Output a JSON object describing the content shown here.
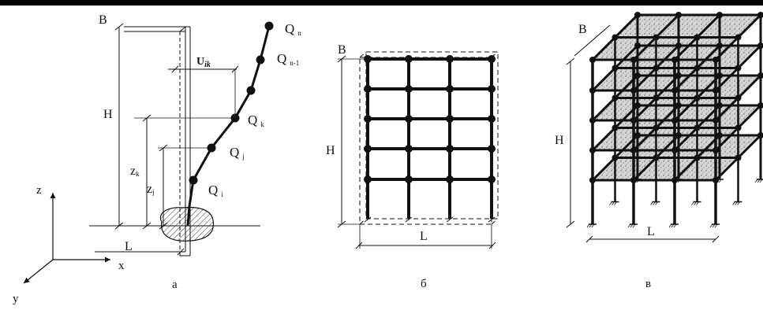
{
  "colors": {
    "ink": "#111111",
    "background": "#ffffff",
    "fill": "#cfcfcf"
  },
  "axes": {
    "z": "z",
    "x": "x",
    "y": "y"
  },
  "panel_a": {
    "caption": "а",
    "label_B": "B",
    "label_H": "H",
    "label_L": "L",
    "label_U": "U",
    "label_U_sub": "ik",
    "label_zk": "z",
    "label_zk_sub": "k",
    "label_zj": "z",
    "label_zj_sub": "j",
    "masses": [
      {
        "name": "Q",
        "sub": "n"
      },
      {
        "name": "Q",
        "sub": "n-1"
      },
      {
        "name": "Q",
        "sub": "k"
      },
      {
        "name": "Q",
        "sub": "j"
      },
      {
        "name": "Q",
        "sub": "i"
      }
    ]
  },
  "panel_b": {
    "caption": "б",
    "label_B": "B",
    "label_H": "H",
    "label_L": "L"
  },
  "panel_c": {
    "caption": "в",
    "label_B": "B",
    "label_H": "H",
    "label_L": "L"
  }
}
